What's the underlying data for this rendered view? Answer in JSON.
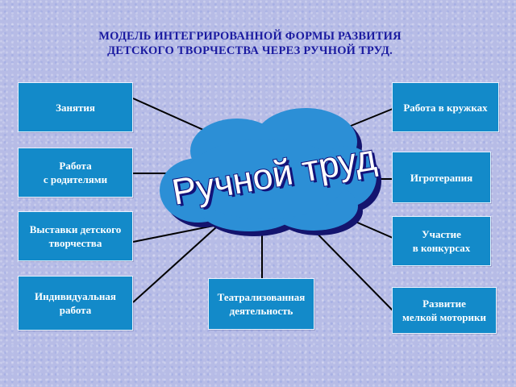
{
  "title": {
    "line1": "МОДЕЛЬ ИНТЕГРИРОВАННОЙ  ФОРМЫ РАЗВИТИЯ",
    "line2": "ДЕТСКОГО ТВОРЧЕСТВА ЧЕРЕЗ РУЧНОЙ ТРУД."
  },
  "center": {
    "label": "Ручной труд"
  },
  "boxes": {
    "lessons": "Занятия",
    "parents": "Работа\nс родителями",
    "exhibitions": "Выставки детского\nтворчества",
    "individual": "Индивидуальная\nработа",
    "theatre": "Театрализованная\nдеятельность",
    "clubs": "Работа в кружках",
    "game_therapy": "Игротерапия",
    "contests": "Участие\nв конкурсах",
    "motor_skills": "Развитие\nмелкой моторики"
  },
  "colors": {
    "box_fill": "#138ac9",
    "title_text": "#1a1aa0",
    "cloud_fill": "#2c8fd6",
    "line": "#000000"
  }
}
